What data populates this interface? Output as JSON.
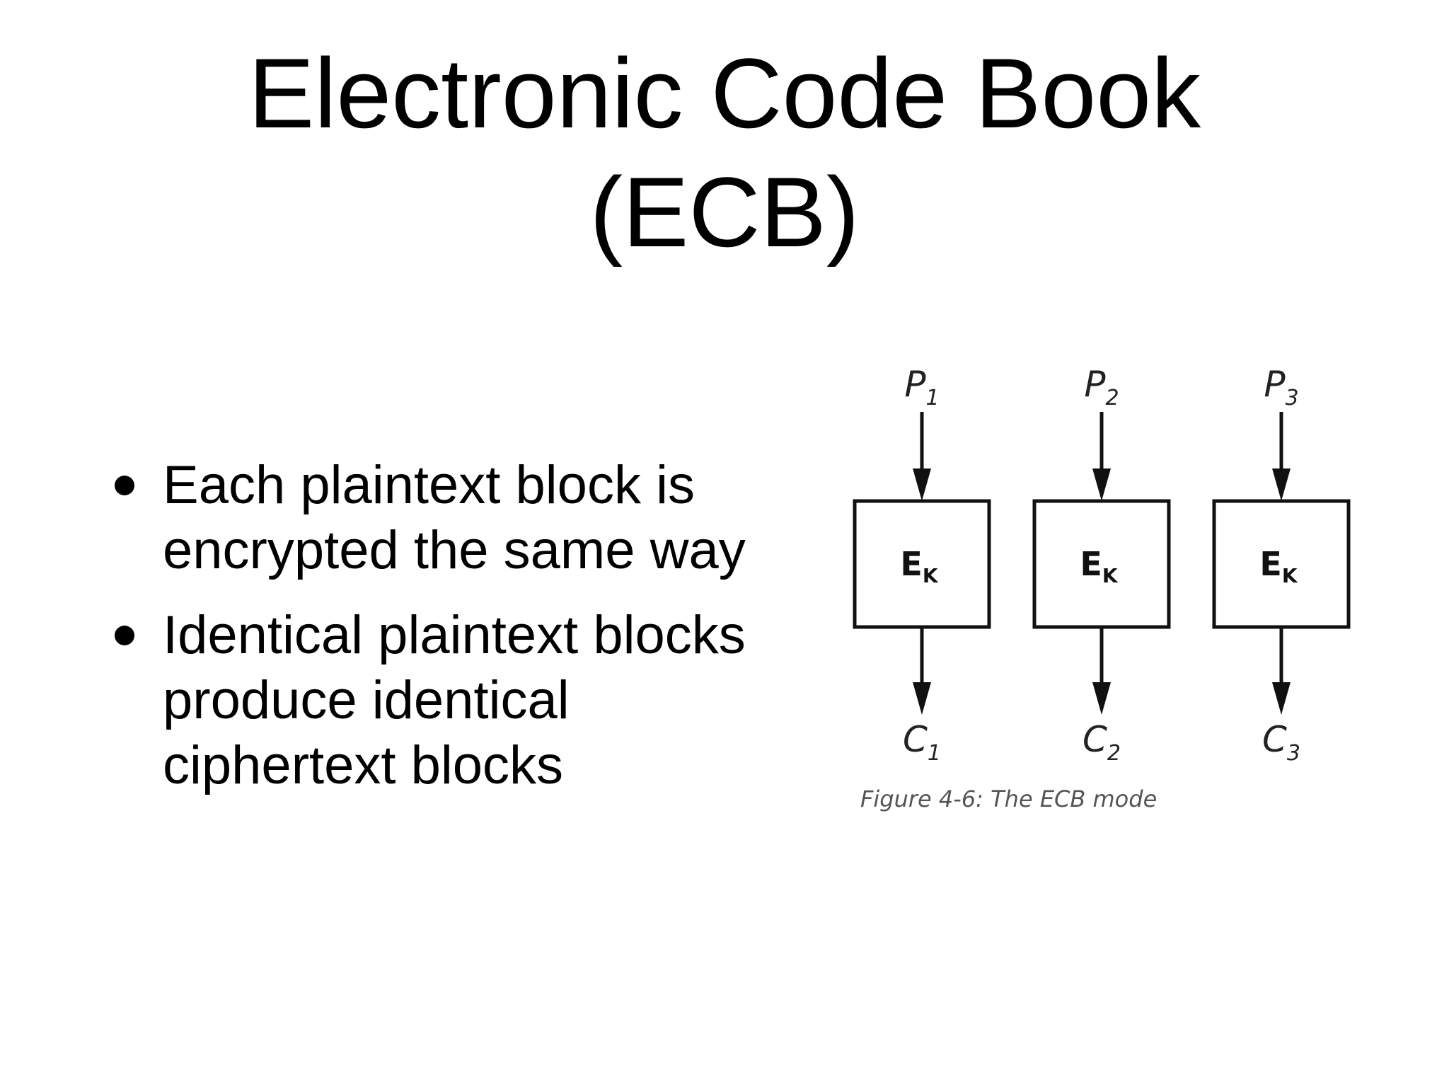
{
  "title": {
    "line1": "Electronic Code Book",
    "line2": "(ECB)"
  },
  "bullets": [
    "Each plaintext block is encrypted the same way",
    "Identical plaintext blocks produce identical ciphertext blocks"
  ],
  "figure": {
    "caption": "Figure 4-6: The ECB mode",
    "blocks": [
      {
        "input": "P",
        "input_sub": "1",
        "cipher": "E",
        "cipher_sub": "K",
        "output": "C",
        "output_sub": "1"
      },
      {
        "input": "P",
        "input_sub": "2",
        "cipher": "E",
        "cipher_sub": "K",
        "output": "C",
        "output_sub": "2"
      },
      {
        "input": "P",
        "input_sub": "3",
        "cipher": "E",
        "cipher_sub": "K",
        "output": "C",
        "output_sub": "3"
      }
    ]
  }
}
